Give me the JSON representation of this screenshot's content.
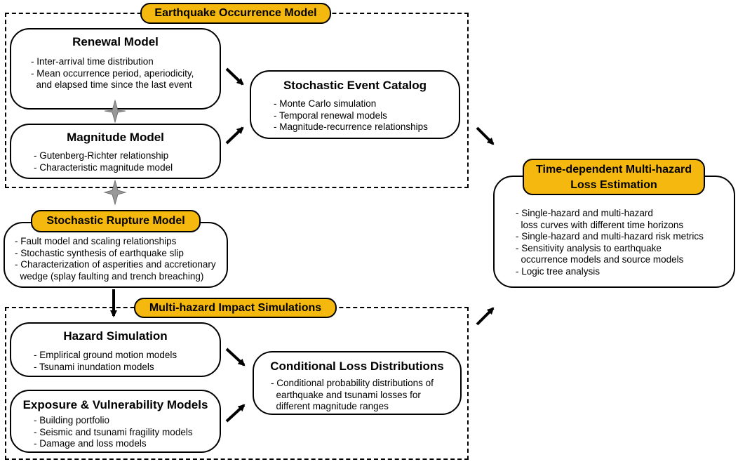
{
  "groups": {
    "earthquake_occurrence": {
      "title": "Earthquake Occurrence Model"
    },
    "multi_hazard_impact": {
      "title": "Multi-hazard Impact Simulations"
    }
  },
  "renewal": {
    "title": "Renewal Model",
    "items": [
      "- Inter-arrival time distribution",
      "- Mean occurrence period, aperiodicity,",
      "  and elapsed time since the last event"
    ]
  },
  "magnitude": {
    "title": "Magnitude Model",
    "items": [
      "- Gutenberg-Richter relationship",
      "- Characteristic magnitude model"
    ]
  },
  "catalog": {
    "title": "Stochastic Event Catalog",
    "items": [
      "- Monte Carlo simulation",
      "- Temporal renewal models",
      "- Magnitude-recurrence relationships"
    ]
  },
  "rupture": {
    "title": "Stochastic Rupture Model",
    "items": [
      "- Fault model and scaling relationships",
      "- Stochastic synthesis of earthquake slip",
      "- Characterization of asperities and accretionary",
      "  wedge (splay faulting and trench breaching)"
    ]
  },
  "hazard": {
    "title": "Hazard Simulation",
    "items": [
      "- Emplirical ground motion models",
      "- Tsunami inundation models"
    ]
  },
  "exposure": {
    "title": "Exposure & Vulnerability Models",
    "items": [
      "- Building portfolio",
      "- Seismic and tsunami fragility models",
      "- Damage and loss models"
    ]
  },
  "conditional": {
    "title": "Conditional Loss Distributions",
    "items": [
      "- Conditional probability distributions of",
      "  earthquake and tsunami losses for",
      "  different magnitude ranges"
    ]
  },
  "loss_estimation": {
    "title_line1": "Time-dependent Multi-hazard",
    "title_line2": "Loss Estimation",
    "items": [
      "- Single-hazard and multi-hazard",
      "  loss curves with different time horizons",
      "- Single-hazard and multi-hazard risk metrics",
      "- Sensitivity analysis to earthquake",
      "  occurrence models and source models",
      "- Logic tree analysis"
    ]
  },
  "colors": {
    "accent": "#f5b80f",
    "star": "#999999",
    "line": "#000000"
  }
}
